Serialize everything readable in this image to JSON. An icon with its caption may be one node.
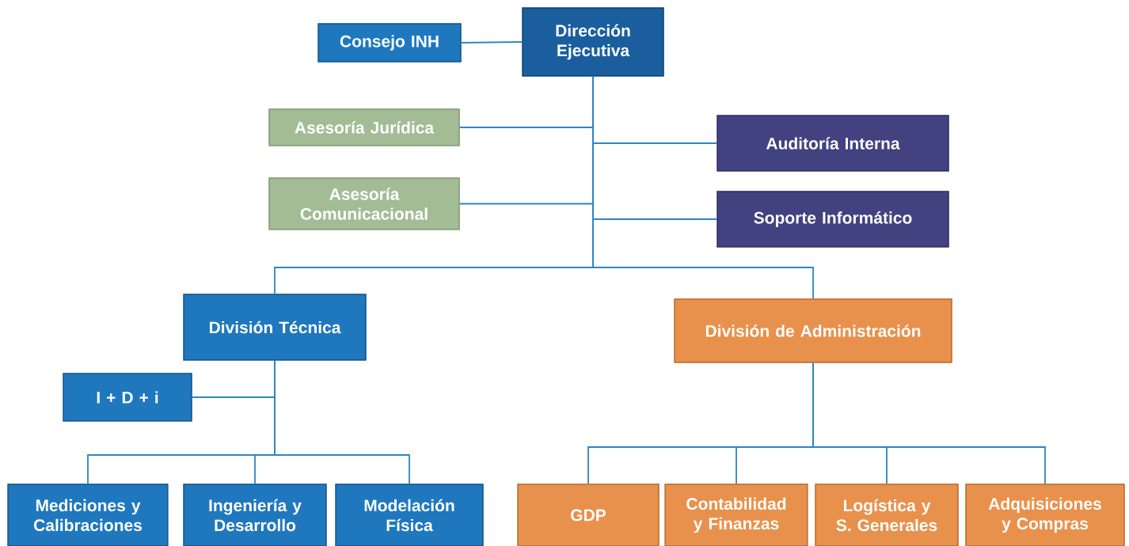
{
  "diagram": {
    "nodes": [
      {
        "text": [
          "Dirección Ejecutiva"
        ]
      },
      {
        "text": [
          "Consejo INH"
        ]
      },
      {
        "text": [
          "Asesoría Jurídica"
        ]
      },
      {
        "text": [
          "Asesoría Comunicacional"
        ]
      },
      {
        "text": [
          "Auditoría Interna"
        ]
      },
      {
        "text": [
          "Soporte Informático"
        ]
      },
      {
        "text": [
          "División Técnica"
        ]
      },
      {
        "text": [
          "División de Administración"
        ]
      },
      {
        "text": [
          "I + D + i"
        ]
      },
      {
        "text": [
          "Mediciones y Calibraciones"
        ]
      },
      {
        "text": [
          "Ingeniería y Desarrollo"
        ]
      },
      {
        "text": [
          "Modelación Física"
        ]
      },
      {
        "text": [
          "GDP"
        ]
      },
      {
        "text": [
          "Contabilidad y Finanzas"
        ]
      },
      {
        "text": [
          "Logística y S. Generales"
        ]
      },
      {
        "text": [
          "Adquisiciones y Compras"
        ]
      }
    ],
    "edges": [
      {
        "from": 0,
        "to": 1,
        "arrow": "none"
      },
      {
        "from": 0,
        "to": 2,
        "arrow": "none"
      },
      {
        "from": 0,
        "to": 3,
        "arrow": "none"
      },
      {
        "from": 0,
        "to": 4,
        "arrow": "none"
      },
      {
        "from": 0,
        "to": 5,
        "arrow": "none"
      },
      {
        "from": 0,
        "to": 6,
        "arrow": "none"
      },
      {
        "from": 0,
        "to": 7,
        "arrow": "none"
      },
      {
        "from": 6,
        "to": 8,
        "arrow": "none"
      },
      {
        "from": 6,
        "to": 9,
        "arrow": "none"
      },
      {
        "from": 6,
        "to": 10,
        "arrow": "none"
      },
      {
        "from": 6,
        "to": 11,
        "arrow": "none"
      },
      {
        "from": 7,
        "to": 12,
        "arrow": "none"
      },
      {
        "from": 7,
        "to": 13,
        "arrow": "none"
      },
      {
        "from": 7,
        "to": 14,
        "arrow": "none"
      },
      {
        "from": 7,
        "to": 15,
        "arrow": "none"
      }
    ]
  }
}
